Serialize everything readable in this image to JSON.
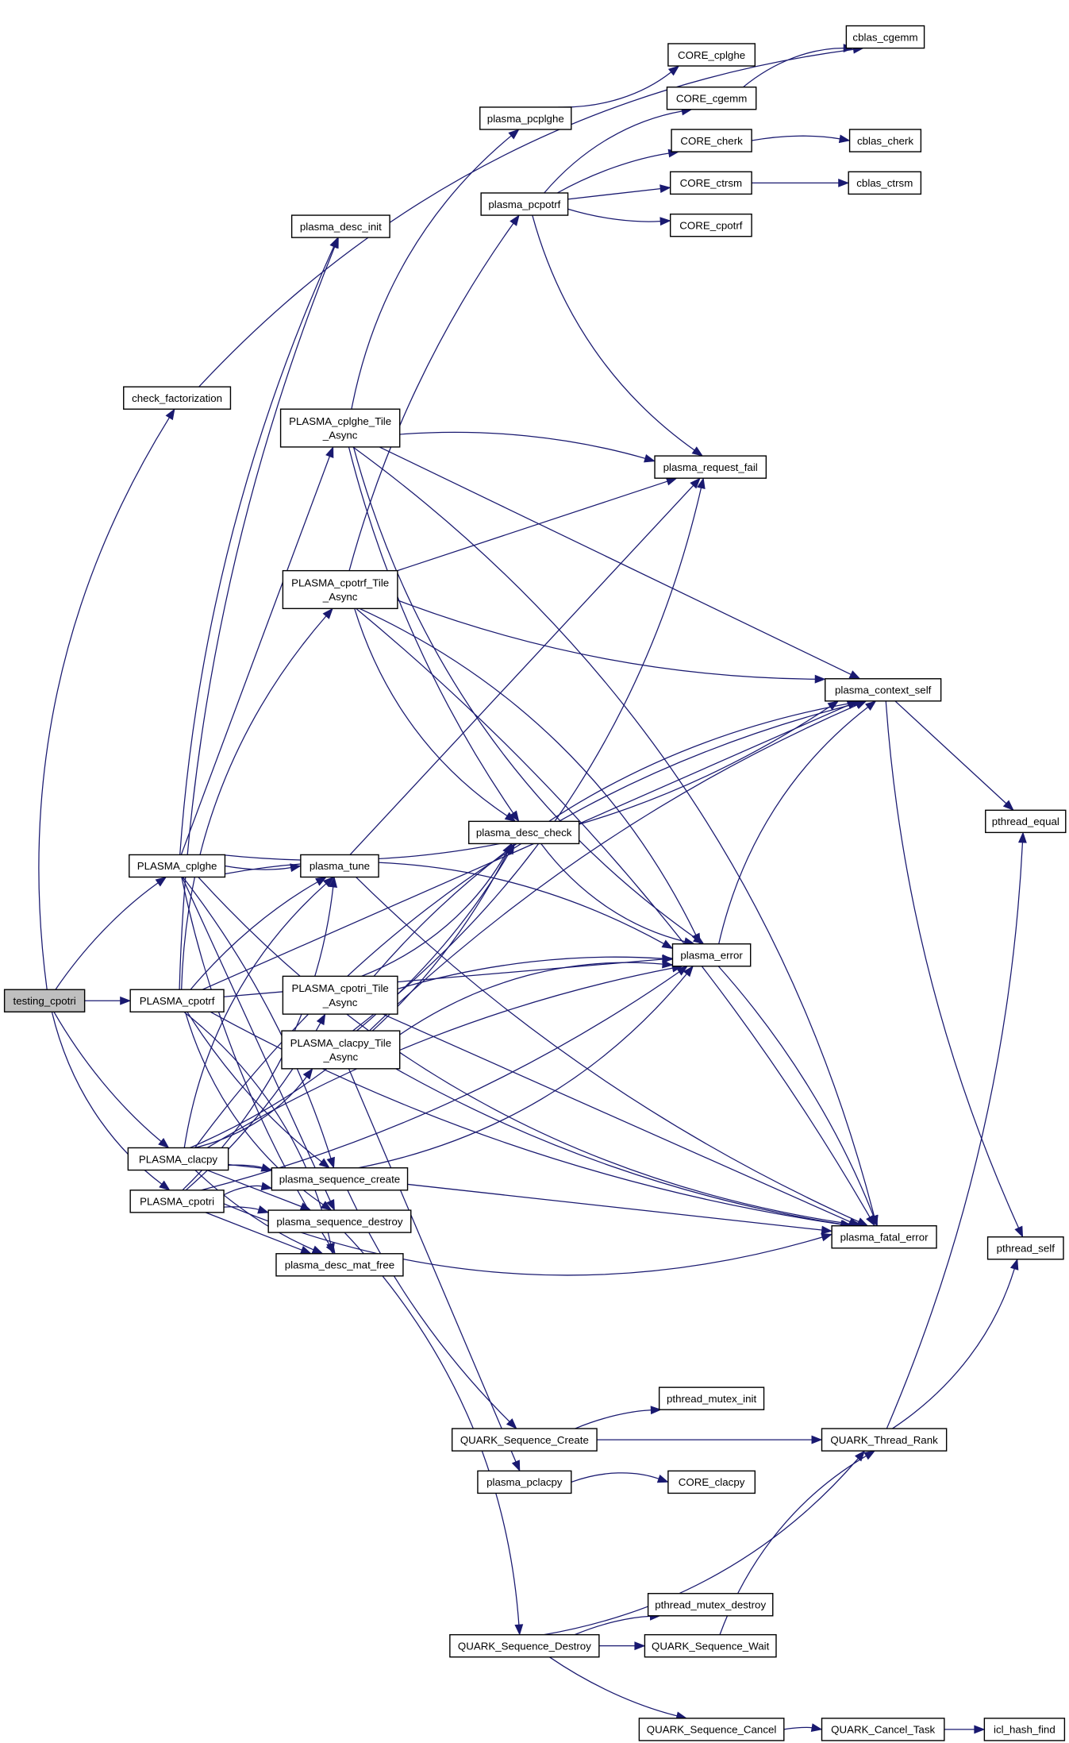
{
  "graph": {
    "title": "testing_cpotri call graph",
    "colors": {
      "edge": "#191970",
      "root_fill": "#bfbfbf",
      "node_fill": "#ffffff"
    },
    "root": "testing_cpotri",
    "nodes": [
      {
        "id": "testing_cpotri",
        "label": [
          "testing_cpotri"
        ]
      },
      {
        "id": "check_factorization",
        "label": [
          "check_factorization"
        ]
      },
      {
        "id": "PLASMA_cplghe",
        "label": [
          "PLASMA_cplghe"
        ]
      },
      {
        "id": "PLASMA_cpotrf",
        "label": [
          "PLASMA_cpotrf"
        ]
      },
      {
        "id": "PLASMA_clacpy",
        "label": [
          "PLASMA_clacpy"
        ]
      },
      {
        "id": "PLASMA_cpotri",
        "label": [
          "PLASMA_cpotri"
        ]
      },
      {
        "id": "plasma_desc_init",
        "label": [
          "plasma_desc_init"
        ]
      },
      {
        "id": "PLASMA_cplghe_Tile_Async",
        "label": [
          "PLASMA_cplghe_Tile",
          "_Async"
        ]
      },
      {
        "id": "PLASMA_cpotrf_Tile_Async",
        "label": [
          "PLASMA_cpotrf_Tile",
          "_Async"
        ]
      },
      {
        "id": "plasma_tune",
        "label": [
          "plasma_tune"
        ]
      },
      {
        "id": "PLASMA_cpotri_Tile_Async",
        "label": [
          "PLASMA_cpotri_Tile",
          "_Async"
        ]
      },
      {
        "id": "PLASMA_clacpy_Tile_Async",
        "label": [
          "PLASMA_clacpy_Tile",
          "_Async"
        ]
      },
      {
        "id": "plasma_sequence_create",
        "label": [
          "plasma_sequence_create"
        ]
      },
      {
        "id": "plasma_sequence_destroy",
        "label": [
          "plasma_sequence_destroy"
        ]
      },
      {
        "id": "plasma_desc_mat_free",
        "label": [
          "plasma_desc_mat_free"
        ]
      },
      {
        "id": "plasma_pcplghe",
        "label": [
          "plasma_pcplghe"
        ]
      },
      {
        "id": "plasma_pcpotrf",
        "label": [
          "plasma_pcpotrf"
        ]
      },
      {
        "id": "CORE_cplghe",
        "label": [
          "CORE_cplghe"
        ]
      },
      {
        "id": "CORE_cgemm",
        "label": [
          "CORE_cgemm"
        ]
      },
      {
        "id": "CORE_cherk",
        "label": [
          "CORE_cherk"
        ]
      },
      {
        "id": "CORE_ctrsm",
        "label": [
          "CORE_ctrsm"
        ]
      },
      {
        "id": "CORE_cpotrf",
        "label": [
          "CORE_cpotrf"
        ]
      },
      {
        "id": "cblas_cgemm",
        "label": [
          "cblas_cgemm"
        ]
      },
      {
        "id": "cblas_cherk",
        "label": [
          "cblas_cherk"
        ]
      },
      {
        "id": "cblas_ctrsm",
        "label": [
          "cblas_ctrsm"
        ]
      },
      {
        "id": "plasma_request_fail",
        "label": [
          "plasma_request_fail"
        ]
      },
      {
        "id": "plasma_context_self",
        "label": [
          "plasma_context_self"
        ]
      },
      {
        "id": "plasma_desc_check",
        "label": [
          "plasma_desc_check"
        ]
      },
      {
        "id": "plasma_error",
        "label": [
          "plasma_error"
        ]
      },
      {
        "id": "pthread_equal",
        "label": [
          "pthread_equal"
        ]
      },
      {
        "id": "plasma_fatal_error",
        "label": [
          "plasma_fatal_error"
        ]
      },
      {
        "id": "pthread_self",
        "label": [
          "pthread_self"
        ]
      },
      {
        "id": "pthread_mutex_init",
        "label": [
          "pthread_mutex_init"
        ]
      },
      {
        "id": "QUARK_Sequence_Create",
        "label": [
          "QUARK_Sequence_Create"
        ]
      },
      {
        "id": "QUARK_Thread_Rank",
        "label": [
          "QUARK_Thread_Rank"
        ]
      },
      {
        "id": "plasma_pclacpy",
        "label": [
          "plasma_pclacpy"
        ]
      },
      {
        "id": "CORE_clacpy",
        "label": [
          "CORE_clacpy"
        ]
      },
      {
        "id": "pthread_mutex_destroy",
        "label": [
          "pthread_mutex_destroy"
        ]
      },
      {
        "id": "QUARK_Sequence_Destroy",
        "label": [
          "QUARK_Sequence_Destroy"
        ]
      },
      {
        "id": "QUARK_Sequence_Wait",
        "label": [
          "QUARK_Sequence_Wait"
        ]
      },
      {
        "id": "QUARK_Sequence_Cancel",
        "label": [
          "QUARK_Sequence_Cancel"
        ]
      },
      {
        "id": "QUARK_Cancel_Task",
        "label": [
          "QUARK_Cancel_Task"
        ]
      },
      {
        "id": "icl_hash_find",
        "label": [
          "icl_hash_find"
        ]
      }
    ],
    "edges": [
      [
        "testing_cpotri",
        "check_factorization"
      ],
      [
        "testing_cpotri",
        "PLASMA_cplghe"
      ],
      [
        "testing_cpotri",
        "PLASMA_cpotrf"
      ],
      [
        "testing_cpotri",
        "PLASMA_clacpy"
      ],
      [
        "testing_cpotri",
        "PLASMA_cpotri"
      ],
      [
        "check_factorization",
        "cblas_cgemm"
      ],
      [
        "PLASMA_cplghe",
        "plasma_desc_init"
      ],
      [
        "PLASMA_cplghe",
        "PLASMA_cplghe_Tile_Async"
      ],
      [
        "PLASMA_cplghe",
        "plasma_tune"
      ],
      [
        "PLASMA_cplghe",
        "plasma_context_self"
      ],
      [
        "PLASMA_cplghe",
        "plasma_error"
      ],
      [
        "PLASMA_cplghe",
        "plasma_sequence_create"
      ],
      [
        "PLASMA_cplghe",
        "plasma_sequence_destroy"
      ],
      [
        "PLASMA_cplghe",
        "plasma_desc_mat_free"
      ],
      [
        "PLASMA_cplghe",
        "plasma_fatal_error"
      ],
      [
        "PLASMA_cpotrf",
        "PLASMA_cpotrf_Tile_Async"
      ],
      [
        "PLASMA_cpotrf",
        "plasma_tune"
      ],
      [
        "PLASMA_cpotrf",
        "plasma_error"
      ],
      [
        "PLASMA_cpotrf",
        "plasma_sequence_create"
      ],
      [
        "PLASMA_cpotrf",
        "plasma_sequence_destroy"
      ],
      [
        "PLASMA_cpotrf",
        "plasma_desc_mat_free"
      ],
      [
        "PLASMA_cpotrf",
        "plasma_desc_init"
      ],
      [
        "PLASMA_cpotrf",
        "plasma_context_self"
      ],
      [
        "PLASMA_cpotrf",
        "plasma_fatal_error"
      ],
      [
        "PLASMA_clacpy",
        "PLASMA_clacpy_Tile_Async"
      ],
      [
        "PLASMA_clacpy",
        "plasma_tune"
      ],
      [
        "PLASMA_clacpy",
        "plasma_sequence_create"
      ],
      [
        "PLASMA_clacpy",
        "plasma_sequence_destroy"
      ],
      [
        "PLASMA_clacpy",
        "plasma_desc_mat_free"
      ],
      [
        "PLASMA_clacpy",
        "plasma_desc_check"
      ],
      [
        "PLASMA_clacpy",
        "plasma_context_self"
      ],
      [
        "PLASMA_clacpy",
        "plasma_error"
      ],
      [
        "PLASMA_clacpy",
        "plasma_fatal_error"
      ],
      [
        "PLASMA_cpotri",
        "PLASMA_cpotri_Tile_Async"
      ],
      [
        "PLASMA_cpotri",
        "plasma_tune"
      ],
      [
        "PLASMA_cpotri",
        "plasma_sequence_create"
      ],
      [
        "PLASMA_cpotri",
        "plasma_sequence_destroy"
      ],
      [
        "PLASMA_cpotri",
        "plasma_desc_mat_free"
      ],
      [
        "PLASMA_cpotri",
        "plasma_error"
      ],
      [
        "PLASMA_cpotri",
        "plasma_fatal_error"
      ],
      [
        "PLASMA_cplghe_Tile_Async",
        "plasma_pcplghe"
      ],
      [
        "PLASMA_cplghe_Tile_Async",
        "plasma_request_fail"
      ],
      [
        "PLASMA_cplghe_Tile_Async",
        "plasma_context_self"
      ],
      [
        "PLASMA_cplghe_Tile_Async",
        "plasma_desc_check"
      ],
      [
        "PLASMA_cplghe_Tile_Async",
        "plasma_error"
      ],
      [
        "PLASMA_cplghe_Tile_Async",
        "plasma_fatal_error"
      ],
      [
        "PLASMA_cpotrf_Tile_Async",
        "plasma_pcpotrf"
      ],
      [
        "PLASMA_cpotrf_Tile_Async",
        "plasma_request_fail"
      ],
      [
        "PLASMA_cpotrf_Tile_Async",
        "plasma_context_self"
      ],
      [
        "PLASMA_cpotrf_Tile_Async",
        "plasma_desc_check"
      ],
      [
        "PLASMA_cpotrf_Tile_Async",
        "plasma_error"
      ],
      [
        "PLASMA_cpotrf_Tile_Async",
        "plasma_fatal_error"
      ],
      [
        "plasma_tune",
        "plasma_request_fail"
      ],
      [
        "plasma_tune",
        "plasma_fatal_error"
      ],
      [
        "PLASMA_cpotri_Tile_Async",
        "plasma_desc_check"
      ],
      [
        "PLASMA_cpotri_Tile_Async",
        "plasma_context_self"
      ],
      [
        "PLASMA_cpotri_Tile_Async",
        "plasma_error"
      ],
      [
        "PLASMA_cpotri_Tile_Async",
        "plasma_fatal_error"
      ],
      [
        "PLASMA_clacpy_Tile_Async",
        "plasma_desc_check"
      ],
      [
        "PLASMA_clacpy_Tile_Async",
        "plasma_request_fail"
      ],
      [
        "PLASMA_clacpy_Tile_Async",
        "plasma_error"
      ],
      [
        "PLASMA_clacpy_Tile_Async",
        "plasma_context_self"
      ],
      [
        "PLASMA_clacpy_Tile_Async",
        "plasma_pclacpy"
      ],
      [
        "PLASMA_clacpy_Tile_Async",
        "plasma_fatal_error"
      ],
      [
        "plasma_desc_check",
        "plasma_error"
      ],
      [
        "plasma_error",
        "plasma_context_self"
      ],
      [
        "plasma_error",
        "plasma_fatal_error"
      ],
      [
        "plasma_context_self",
        "pthread_equal"
      ],
      [
        "plasma_context_self",
        "pthread_self"
      ],
      [
        "plasma_pcplghe",
        "CORE_cplghe"
      ],
      [
        "plasma_pcpotrf",
        "CORE_cgemm"
      ],
      [
        "plasma_pcpotrf",
        "CORE_cherk"
      ],
      [
        "plasma_pcpotrf",
        "CORE_ctrsm"
      ],
      [
        "plasma_pcpotrf",
        "CORE_cpotrf"
      ],
      [
        "plasma_pcpotrf",
        "plasma_request_fail"
      ],
      [
        "CORE_cgemm",
        "cblas_cgemm"
      ],
      [
        "CORE_cherk",
        "cblas_cherk"
      ],
      [
        "CORE_ctrsm",
        "cblas_ctrsm"
      ],
      [
        "plasma_sequence_create",
        "QUARK_Sequence_Create"
      ],
      [
        "plasma_sequence_create",
        "plasma_error"
      ],
      [
        "plasma_sequence_destroy",
        "QUARK_Sequence_Destroy"
      ],
      [
        "QUARK_Sequence_Create",
        "pthread_mutex_init"
      ],
      [
        "QUARK_Sequence_Create",
        "QUARK_Thread_Rank"
      ],
      [
        "QUARK_Thread_Rank",
        "pthread_equal"
      ],
      [
        "QUARK_Thread_Rank",
        "pthread_self"
      ],
      [
        "plasma_pclacpy",
        "CORE_clacpy"
      ],
      [
        "QUARK_Sequence_Destroy",
        "pthread_mutex_destroy"
      ],
      [
        "QUARK_Sequence_Destroy",
        "QUARK_Sequence_Wait"
      ],
      [
        "QUARK_Sequence_Destroy",
        "QUARK_Sequence_Cancel"
      ],
      [
        "QUARK_Sequence_Destroy",
        "QUARK_Thread_Rank"
      ],
      [
        "QUARK_Sequence_Wait",
        "QUARK_Thread_Rank"
      ],
      [
        "QUARK_Sequence_Cancel",
        "QUARK_Cancel_Task"
      ],
      [
        "QUARK_Cancel_Task",
        "icl_hash_find"
      ]
    ]
  }
}
